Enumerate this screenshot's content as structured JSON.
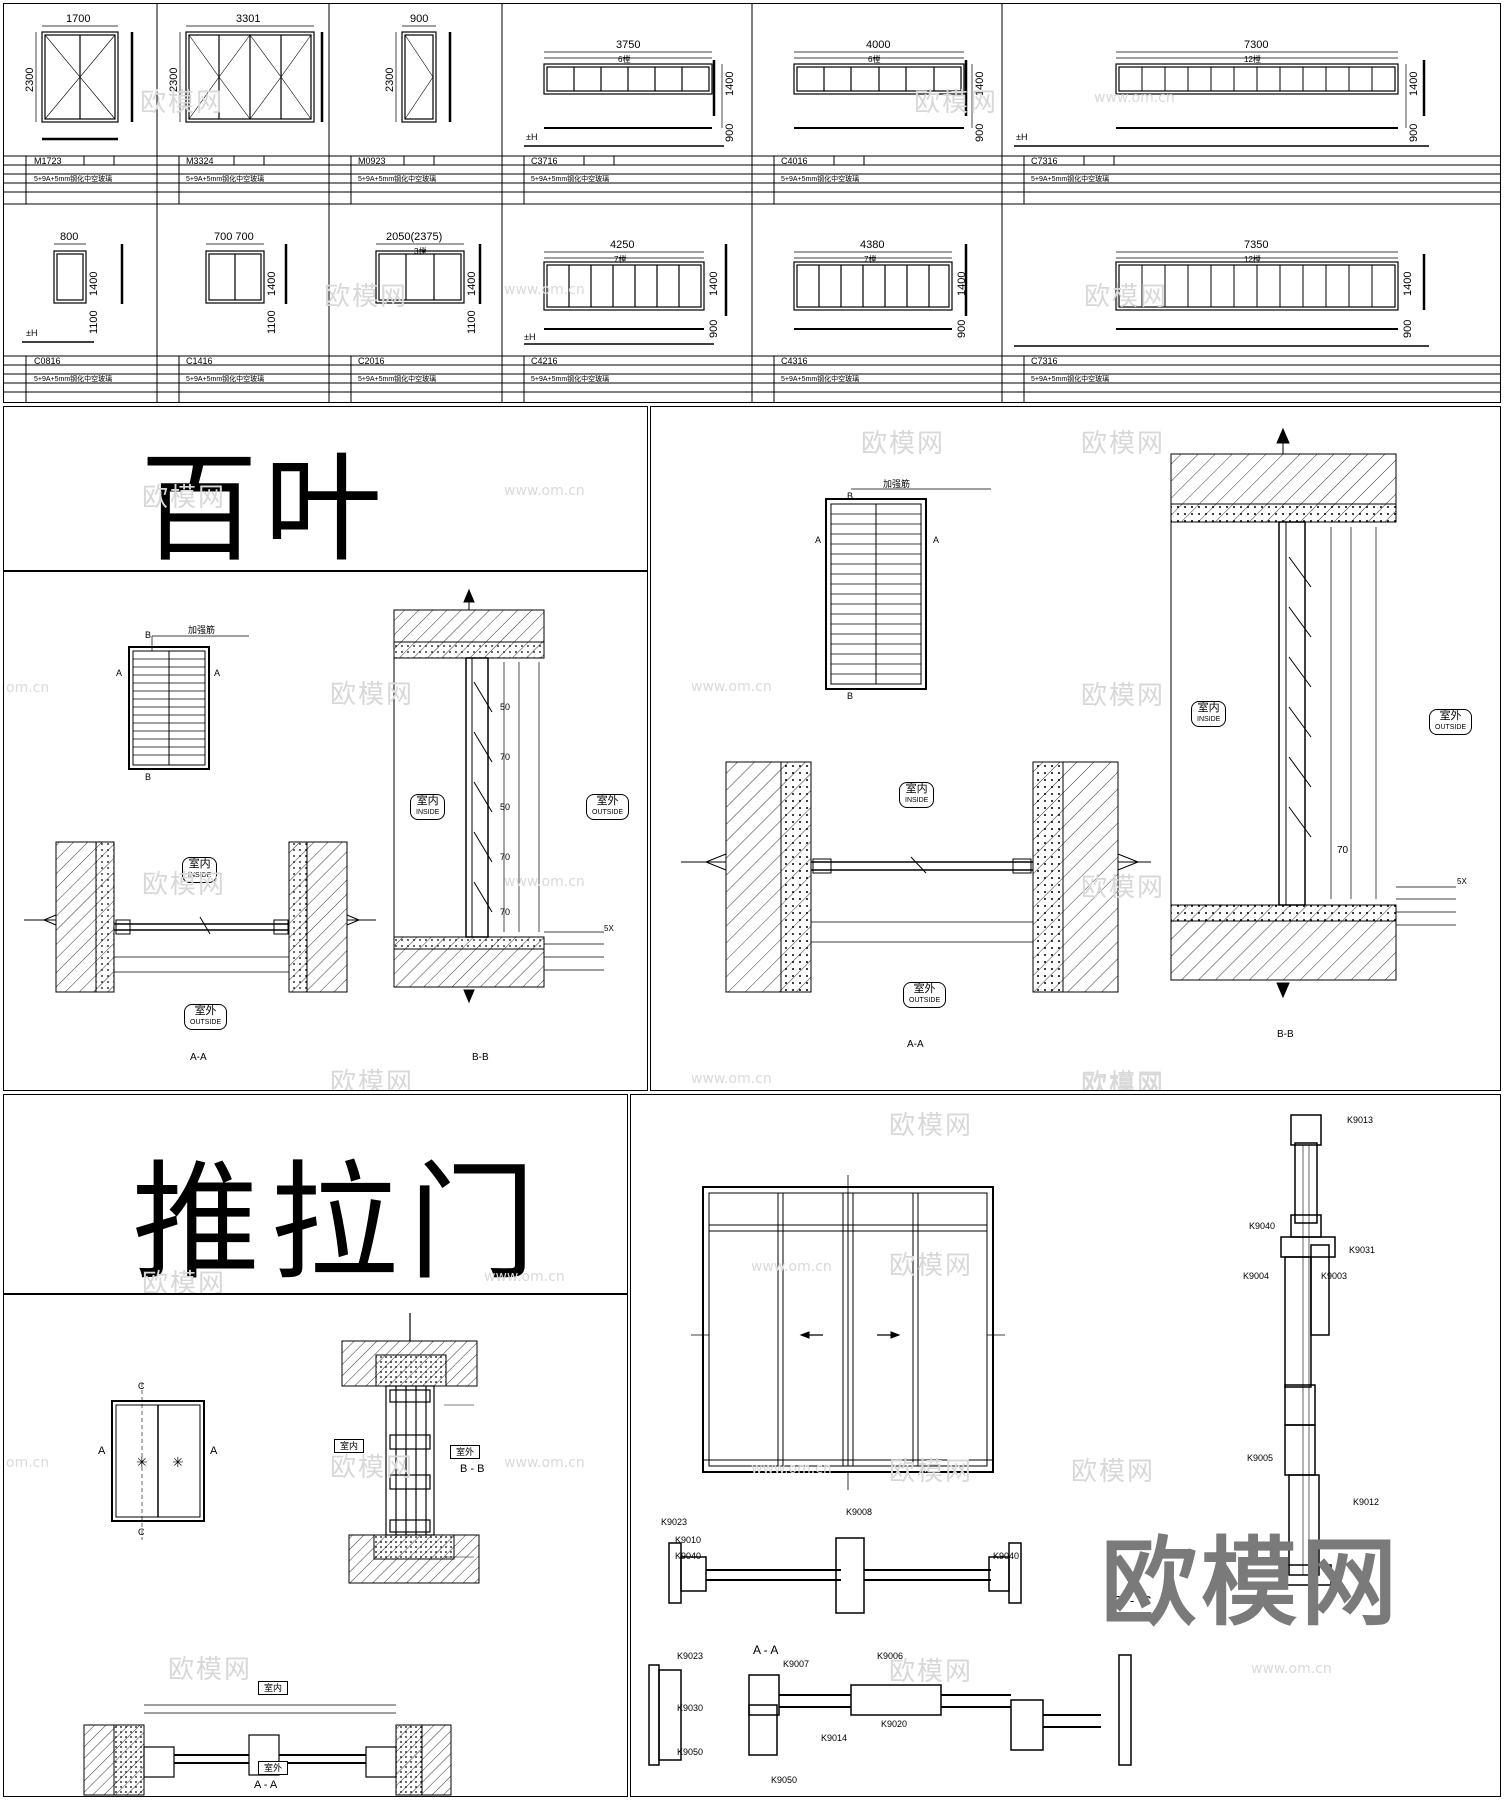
{
  "watermarks": {
    "logo": "欧模网",
    "site": "www.om.cn",
    "site_short": "om.cn",
    "big_logo": "欧模网"
  },
  "windows_top": [
    {
      "width": "1700",
      "height": "2300",
      "code": "M1723"
    },
    {
      "width": "3301",
      "height": "2300",
      "code": "M3324"
    },
    {
      "width": "900",
      "height": "2300",
      "code": "M0923"
    },
    {
      "width": "3750",
      "height": "1400",
      "sill": "900",
      "count": "6樘",
      "code": "C3716"
    },
    {
      "width": "4000",
      "height": "1400",
      "sill": "900",
      "count": "6樘",
      "code": "C4016"
    },
    {
      "width": "7300",
      "height": "1400",
      "sill": "900",
      "count": "12樘",
      "code": "C7316"
    }
  ],
  "windows_bottom": [
    {
      "width": "800",
      "height": "1400",
      "sill": "1100",
      "code": "C0816"
    },
    {
      "width": "700 700",
      "height": "1400",
      "sill": "1100",
      "code": "C1416"
    },
    {
      "width": "2050(2375)",
      "height": "1400",
      "sill": "1100",
      "count": "3樘",
      "code": "C2016"
    },
    {
      "width": "4250",
      "height": "1400",
      "sill": "900",
      "count": "7樘",
      "code": "C4216"
    },
    {
      "width": "4380",
      "height": "1400",
      "sill": "900",
      "count": "7樘",
      "code": "C4316"
    },
    {
      "width": "7350",
      "height": "1400",
      "sill": "900",
      "count": "12樘",
      "code": "C7316"
    }
  ],
  "table_text": {
    "glass": "5+9A+5mm钢化中空玻璃",
    "floor_mark": "±H"
  },
  "louver": {
    "title": "百叶",
    "indoor": "室内",
    "indoor_en": "INSIDE",
    "outdoor": "室外",
    "outdoor_en": "OUTSIDE",
    "section_aa": "A-A",
    "section_bb": "B-B",
    "mark_a": "A",
    "mark_b": "B",
    "dims": [
      "50",
      "70",
      "50",
      "70",
      "70"
    ],
    "dim_70": "70",
    "seal_note": "5X",
    "cap_label": "加强筋"
  },
  "sliding": {
    "title": "推拉门",
    "indoor": "室内",
    "outdoor": "室外",
    "section_aa": "A - A",
    "section_bb": "B - B",
    "section_cc": "C - C",
    "mark_a": "A",
    "mark_c": "C",
    "profiles_right": [
      "K9013",
      "K9040",
      "K9031",
      "K9004",
      "K9003",
      "K9005",
      "K9012"
    ],
    "profiles_mid": [
      "K9023",
      "K9010",
      "K9040",
      "K9008",
      "K9040"
    ],
    "profiles_bottom": [
      "K9023",
      "K9007",
      "K9006",
      "K9030",
      "K9020",
      "K9014",
      "K9050",
      "K9050"
    ]
  }
}
